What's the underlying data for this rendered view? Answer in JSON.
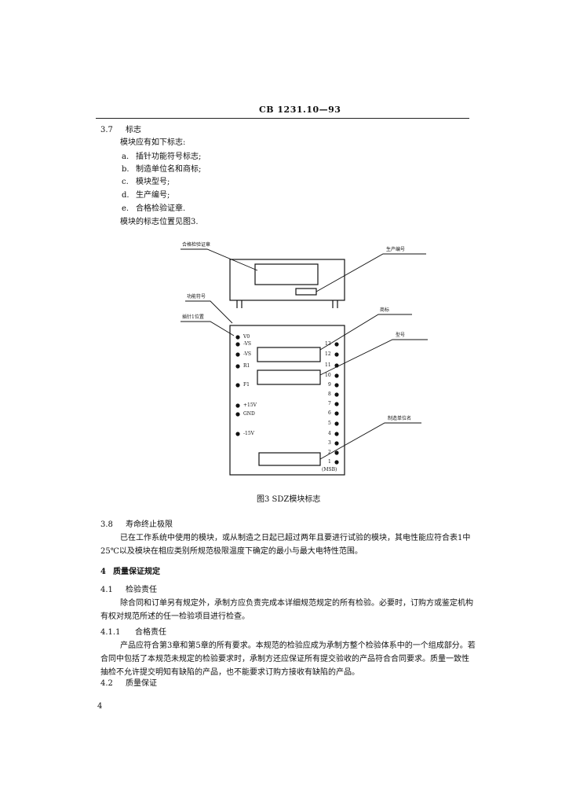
{
  "header": {
    "code": "CB 1231.10—93"
  },
  "sec37": {
    "num": "3.7",
    "title": "标志",
    "intro": "模块应有如下标志:",
    "items": [
      {
        "label": "a.",
        "text": "插针功能符号标志;"
      },
      {
        "label": "b.",
        "text": "制造单位名和商标;"
      },
      {
        "label": "c.",
        "text": "模块型号;"
      },
      {
        "label": "d.",
        "text": "生产编号;"
      },
      {
        "label": "e.",
        "text": "合格检验证章."
      }
    ],
    "ref": "模块的标志位置见图3."
  },
  "figure": {
    "labels": {
      "stamp": "合格检验证章",
      "serial": "生产编号",
      "func": "功能符号",
      "pin1": "插针1位置",
      "brand": "商标",
      "model": "型号",
      "maker": "制造单位名"
    },
    "left_pins": [
      "V0",
      "-VS",
      "-VS",
      "R1",
      "F1",
      "+15V",
      "GND",
      "-15V"
    ],
    "right_pins": [
      "13",
      "12",
      "11",
      "10",
      "9",
      "8",
      "7",
      "6",
      "5",
      "4",
      "3",
      "2",
      "1"
    ],
    "msb": "(MSB)",
    "caption": "图3  SDZ模块标志"
  },
  "sec38": {
    "num": "3.8",
    "title": "寿命终止极限",
    "body": "已在工作系统中使用的模块，或从制造之日起已超过两年且要进行试验的模块，其电性能应符合表1中25℃以及模块在相应类别所规范极限温度下确定的最小与最大电特性范围。"
  },
  "sec4": {
    "num": "4",
    "title": "质量保证规定"
  },
  "sec41": {
    "num": "4.1",
    "title": "检验责任",
    "body": "除合同和订单另有规定外，承制方应负责完成本详细规范规定的所有检验。必要时，订购方或鉴定机构有权对规范所述的任一检验项目进行检查。"
  },
  "sec411": {
    "num": "4.1.1",
    "title": "合格责任",
    "body": "产品应符合第3章和第5章的所有要求。本规范的检验应成为承制方整个检验体系中的一个组成部分。若合同中包括了本规范未规定的检验要求时，承制方还应保证所有提交验收的产品符合合同要求。质量一致性抽检不允许提交明知有缺陷的产品，也不能要求订购方接收有缺陷的产品。"
  },
  "sec42": {
    "num": "4.2",
    "title": "质量保证"
  },
  "footer": {
    "page": "4"
  }
}
